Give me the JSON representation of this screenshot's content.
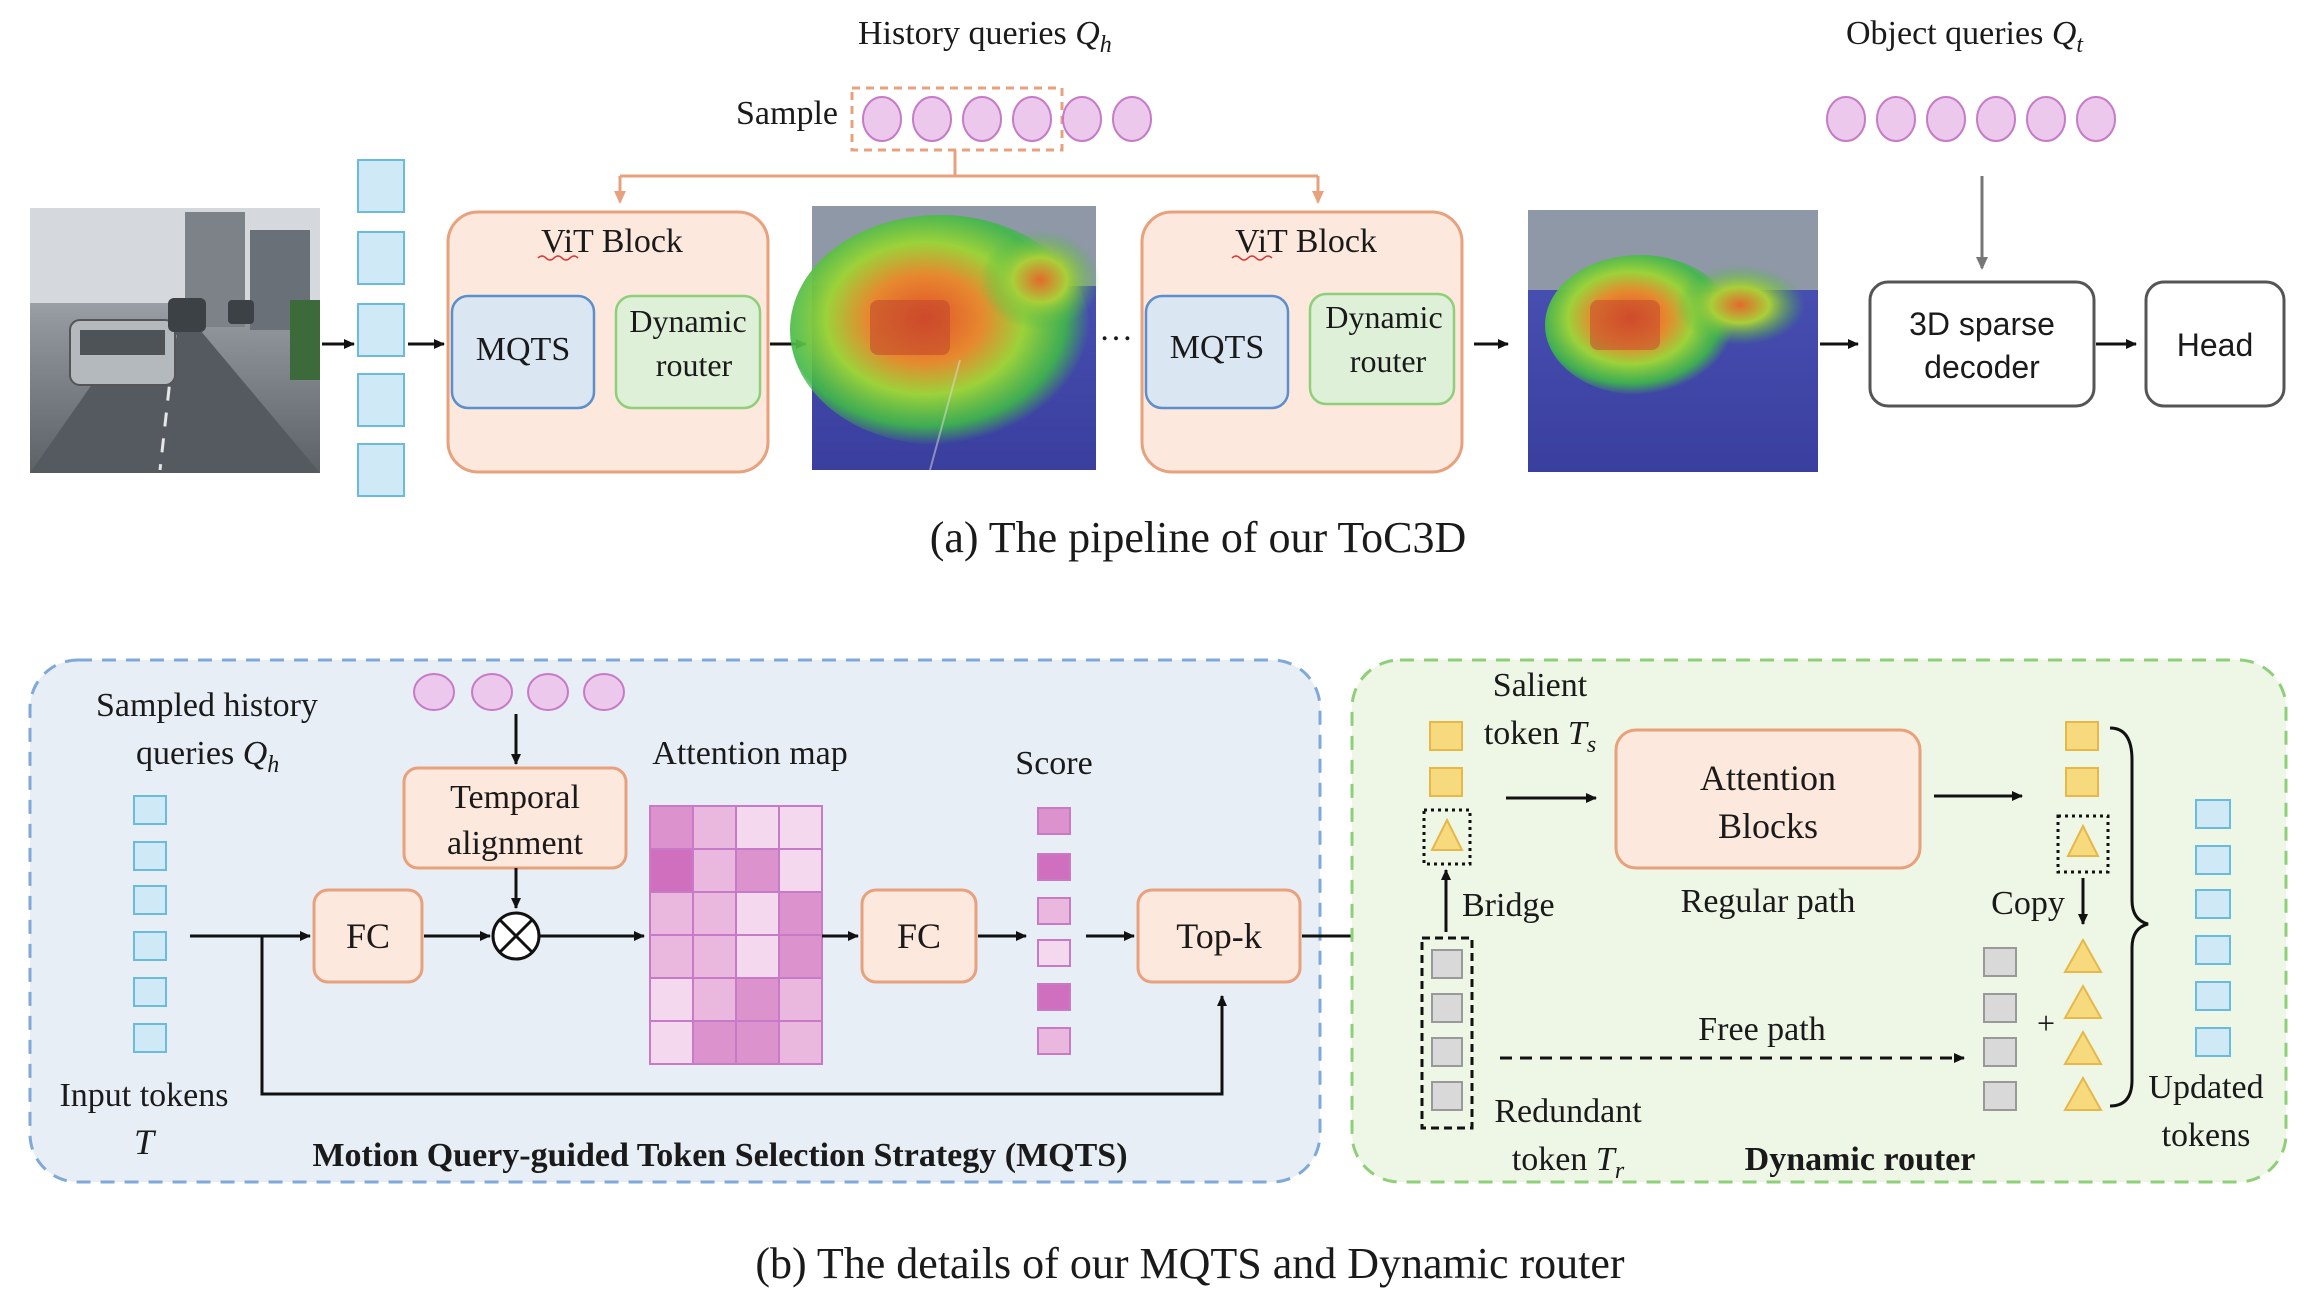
{
  "pipeline": {
    "history_queries_label": "History queries",
    "history_queries_symbol": "Q",
    "history_queries_sub": "h",
    "sample_label": "Sample",
    "object_queries_label": "Object queries",
    "object_queries_symbol": "Q",
    "object_queries_sub": "t",
    "vit_block_1": "ViT Block",
    "vit_block_2": "ViT Block",
    "mqts_1": "MQTS",
    "mqts_2": "MQTS",
    "dynamic_router_1": [
      "Dynamic",
      "router"
    ],
    "dynamic_router_2": [
      "Dynamic",
      "router"
    ],
    "ellipsis": "…",
    "decoder": [
      "3D sparse",
      "decoder"
    ],
    "head": "Head",
    "caption": "(a) The pipeline of our ToC3D"
  },
  "mqts": {
    "sampled_history": [
      "Sampled history",
      "queries"
    ],
    "sampled_history_symbol": "Q",
    "sampled_history_sub": "h",
    "temporal_alignment": [
      "Temporal",
      "alignment"
    ],
    "attention_map_label": "Attention map",
    "score_label": "Score",
    "fc_1": "FC",
    "fc_2": "FC",
    "topk": "Top-k",
    "input_tokens": "Input tokens",
    "input_tokens_symbol": "T",
    "title": "Motion Query-guided Token Selection Strategy (MQTS)",
    "attention_map": [
      [
        2,
        1,
        0,
        0
      ],
      [
        3,
        1,
        2,
        0
      ],
      [
        1,
        1,
        0,
        2
      ],
      [
        1,
        1,
        0,
        2
      ],
      [
        0,
        1,
        2,
        1
      ],
      [
        0,
        2,
        2,
        1
      ]
    ],
    "scores": [
      2,
      3,
      1,
      0,
      3,
      1
    ]
  },
  "router": {
    "salient_label": "Salient",
    "salient_token_label": "token",
    "salient_symbol": "T",
    "salient_sub": "s",
    "attention_blocks": [
      "Attention",
      "Blocks"
    ],
    "regular_path": "Regular path",
    "bridge": "Bridge",
    "copy": "Copy",
    "free_path": "Free path",
    "plus": "+",
    "redundant_label": "Redundant",
    "redundant_token_label": "token",
    "redundant_symbol": "T",
    "redundant_sub": "r",
    "updated_tokens": [
      "Updated",
      "tokens"
    ],
    "title": "Dynamic router"
  },
  "caption_b": "(b) The details of our MQTS and Dynamic router",
  "colors": {
    "token_blue": "#cfe9f6",
    "token_blue_stroke": "#6bbbdc",
    "query_pink": "#ecc8ec",
    "query_pink_stroke": "#c77ac7",
    "vit_fill": "#fce8dc",
    "vit_stroke": "#e8a17d",
    "mqts_fill": "#dbe6f3",
    "mqts_stroke": "#5c8fcb",
    "router_fill": "#dff0d8",
    "router_stroke": "#8fcf7a",
    "panel_blue": "#e8eef6",
    "panel_green": "#eef6e6",
    "salient_yellow": "#f8da7e",
    "redundant_gray": "#d9d9d9"
  }
}
